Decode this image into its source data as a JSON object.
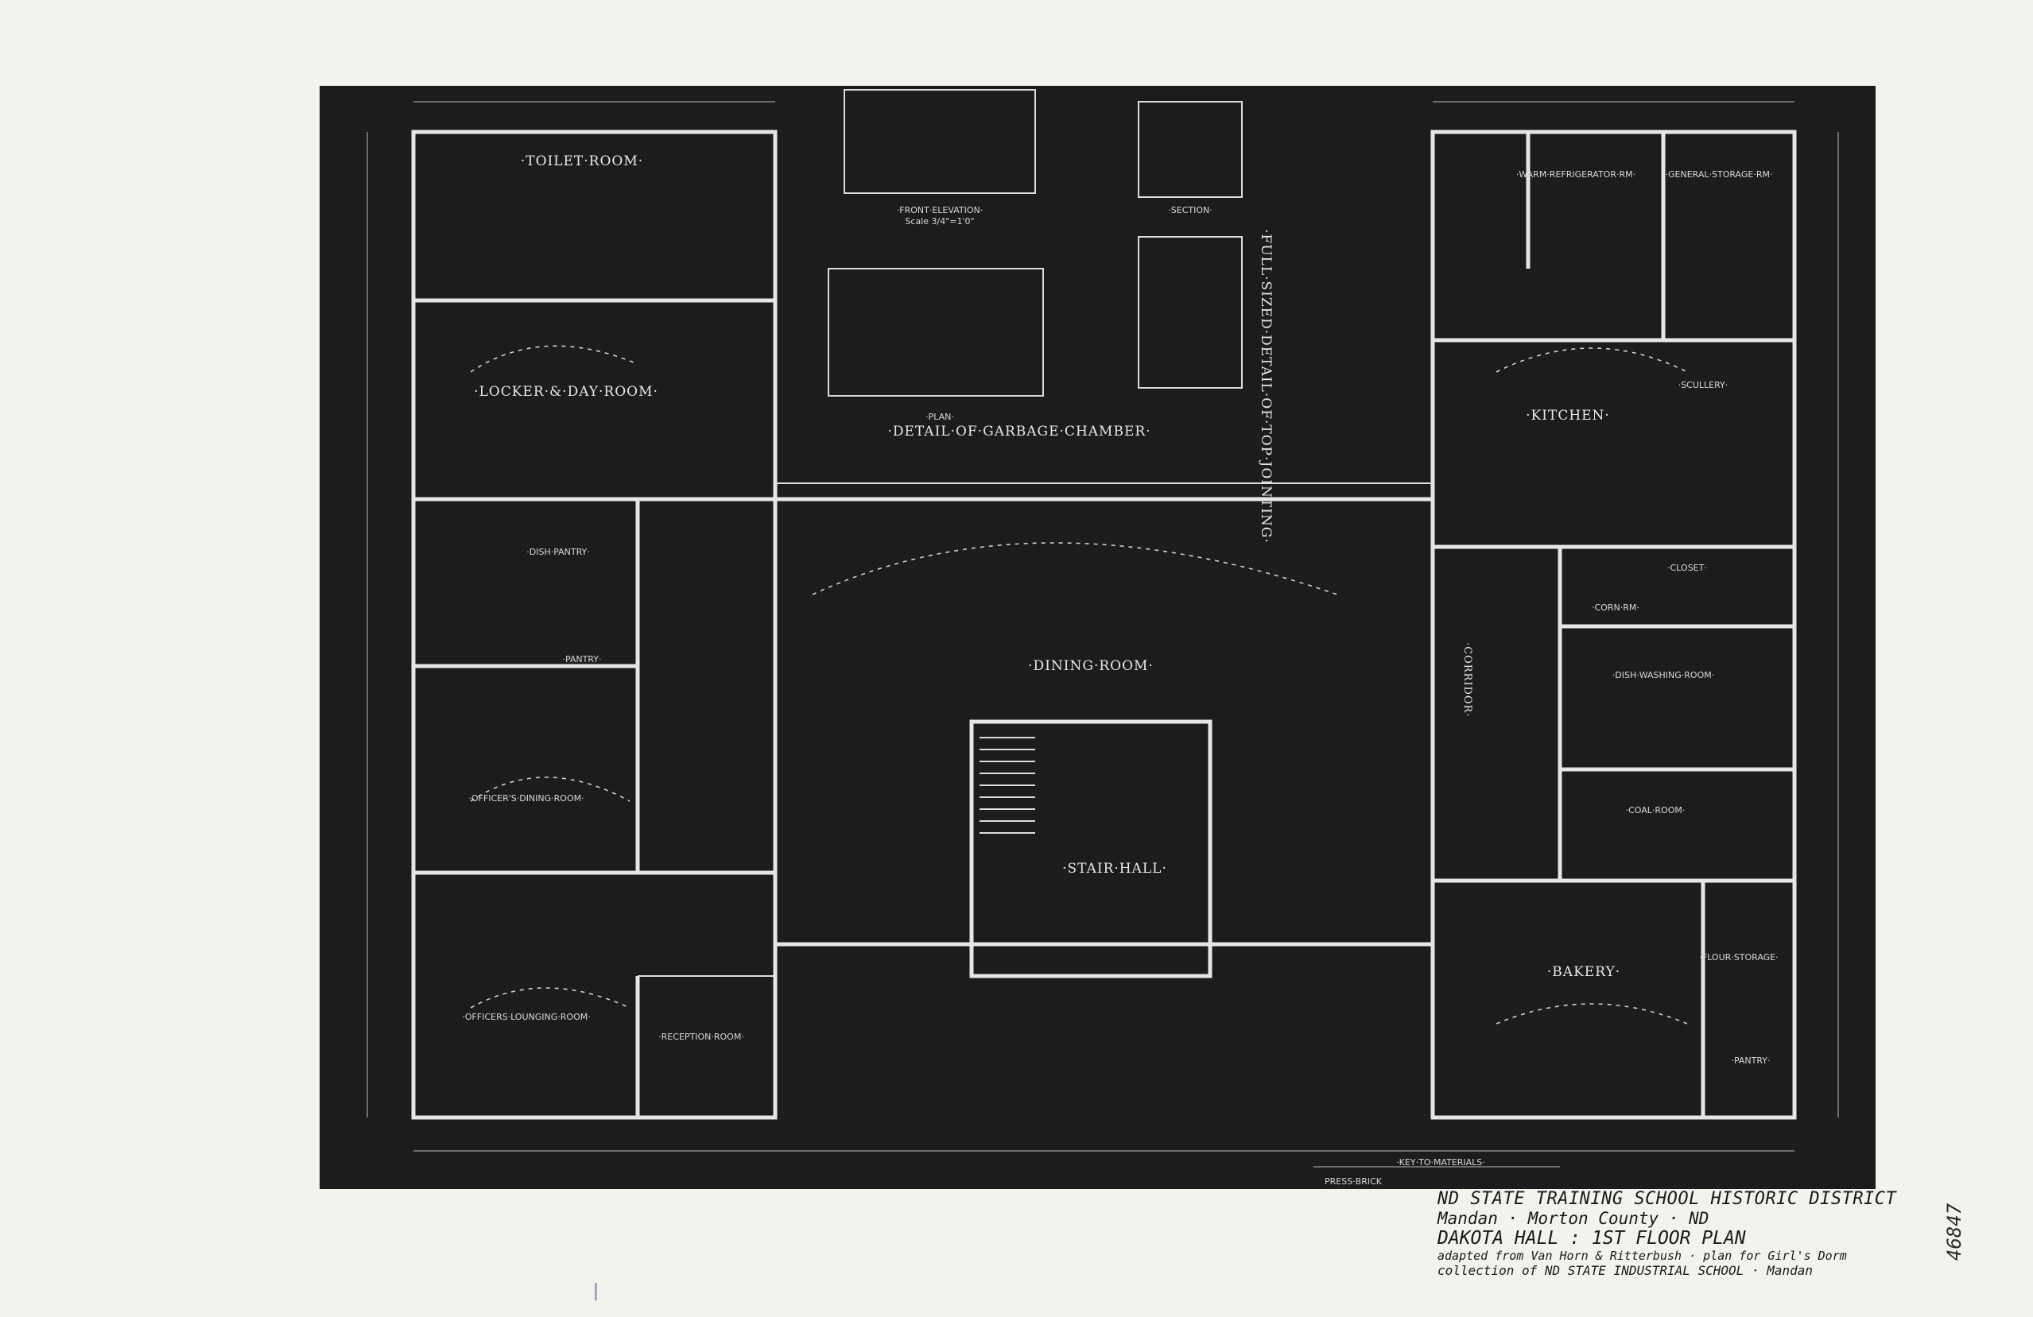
{
  "document": {
    "rooms": {
      "toilet": "·TOILET·ROOM·",
      "locker": "·LOCKER·&·DAY·ROOM·",
      "front_elevation": "·FRONT·ELEVATION·",
      "front_elevation_scale": "Scale 3/4\"=1'0\"",
      "section": "·SECTION·",
      "plan": "·PLAN·",
      "detail_garbage": "·DETAIL·OF·GARBAGE·CHAMBER·",
      "full_size_detail": "·FULL·SIZED·DETAIL·OF·TOP·JOINTING·",
      "warm_refrigerator": "·WARM·REFRIGERATOR·RM·",
      "general_storage": "·GENERAL·STORAGE·RM·",
      "kitchen": "·KITCHEN·",
      "scullery": "·SCULLERY·",
      "dish_pantry": "·DISH·PANTRY·",
      "pantry_mid": "·PANTRY·",
      "dining": "·DINING·ROOM·",
      "officers_dining": "·OFFICER'S·DINING·ROOM·",
      "stair_hall": "·STAIR·HALL·",
      "officers_lounging": "·OFFICERS·LOUNGING·ROOM·",
      "reception": "·RECEPTION·ROOM·",
      "corridor": "·CORRIDOR·",
      "corn_rm": "·CORN·RM·",
      "dish_washing": "·DISH·WASHING·ROOM·",
      "closet": "·CLOSET·",
      "coal": "·COAL·ROOM·",
      "bakery": "·BAKERY·",
      "flour_storage": "·FLOUR·STORAGE·",
      "pantry_br": "·PANTRY·",
      "key_materials": "·KEY·TO·MATERIALS·",
      "press_brick": "PRESS·BRICK"
    },
    "caption_lines": [
      "ND STATE TRAINING SCHOOL HISTORIC DISTRICT",
      "Mandan · Morton County · ND",
      "DAKOTA HALL : 1ST FLOOR PLAN",
      "adapted from Van Horn & Ritterbush · plan for Girl's Dorm",
      "collection of ND STATE INDUSTRIAL SCHOOL · Mandan"
    ],
    "catalog_number": "46847"
  }
}
